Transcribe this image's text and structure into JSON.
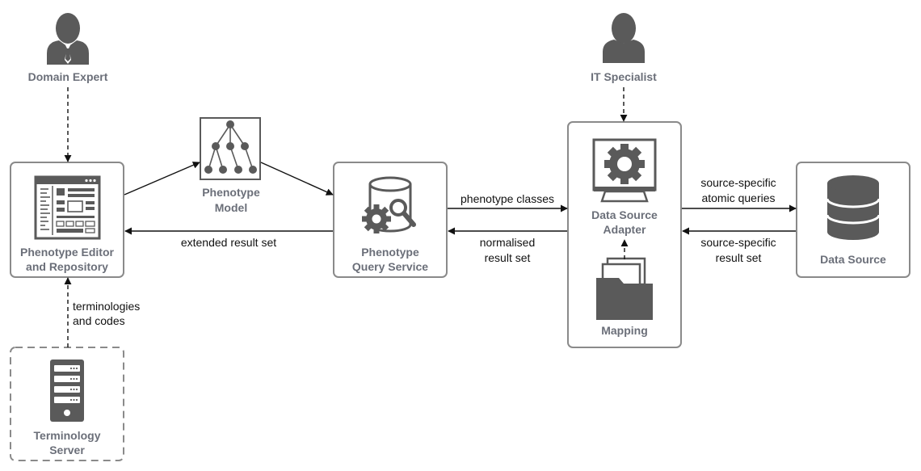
{
  "nodes": {
    "domain_expert": {
      "line1": "Domain Expert"
    },
    "it_specialist": {
      "line1": "IT Specialist"
    },
    "phenotype_editor": {
      "line1": "Phenotype Editor",
      "line2": "and Repository"
    },
    "phenotype_model": {
      "line1": "Phenotype",
      "line2": "Model"
    },
    "phenotype_query_service": {
      "line1": "Phenotype",
      "line2": "Query Service"
    },
    "data_source_adapter": {
      "line1": "Data Source",
      "line2": "Adapter"
    },
    "mapping": {
      "line1": "Mapping"
    },
    "data_source": {
      "line1": "Data Source"
    },
    "terminology_server": {
      "line1": "Terminology",
      "line2": "Server"
    }
  },
  "edges": {
    "phenotype_classes": {
      "line1": "phenotype classes"
    },
    "normalised_result_set": {
      "line1": "normalised",
      "line2": "result set"
    },
    "extended_result_set": {
      "line1": "extended result set"
    },
    "source_specific_queries": {
      "line1": "source-specific",
      "line2": "atomic queries"
    },
    "source_specific_result_set": {
      "line1": "source-specific",
      "line2": "result set"
    },
    "terminologies_and_codes": {
      "line1": "terminologies",
      "line2": "and codes"
    }
  },
  "colors": {
    "icon": "#5a5a5a",
    "box_border": "#8a8a8a",
    "label": "#6b6f79"
  }
}
